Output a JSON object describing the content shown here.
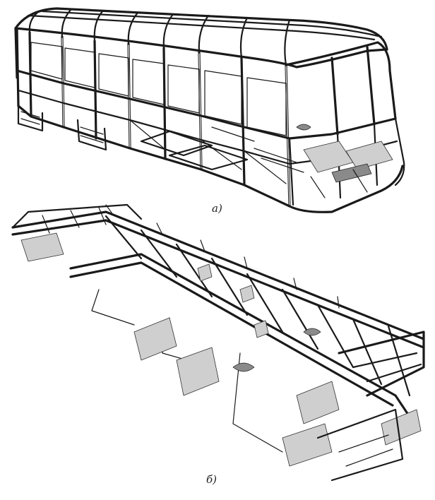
{
  "figure": {
    "label_a": "а)",
    "label_b": "б)"
  },
  "parts": {
    "a": {
      "subject": "bus-body-frame"
    },
    "b": {
      "subject": "chassis-ladder-frame"
    }
  },
  "colors": {
    "ink": "#1a1a1a",
    "paper": "#ffffff",
    "shade": "#cfcfcf"
  }
}
